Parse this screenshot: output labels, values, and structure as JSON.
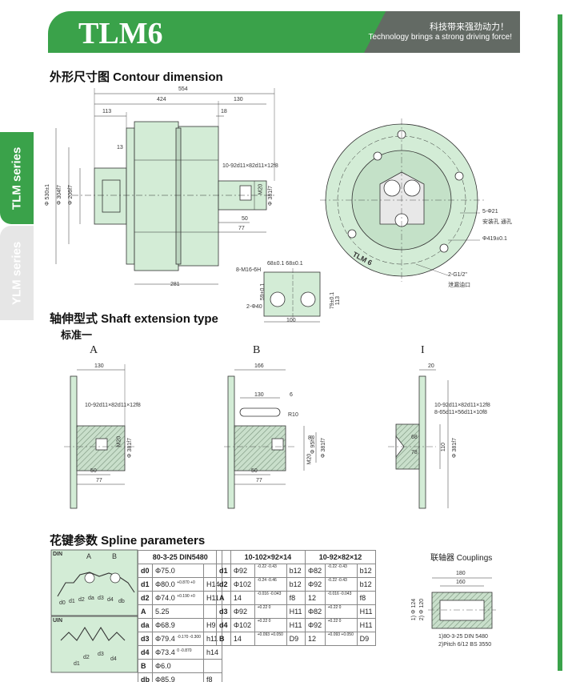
{
  "header": {
    "title": "TLM6",
    "slogan_cn": "科技带来强劲动力！",
    "slogan_en": "Technology brings a strong driving force!"
  },
  "tabs": {
    "active": "TLM series",
    "inactive": "YLM series"
  },
  "sections": {
    "contour": "外形尺寸图  Contour dimension",
    "shaft": "轴伸型式  Shaft extension type",
    "standard": "标准一",
    "spline": "花键参数  Spline parameters",
    "couplings": "联轴器 Couplings"
  },
  "views": {
    "a": "A",
    "b": "B",
    "c": "I"
  },
  "contour_dims": {
    "d554": "554",
    "d424": "424",
    "d130": "130",
    "d113": "113",
    "d18": "18",
    "d13": "13",
    "spline": "10-92d11×82d11×12f8",
    "m20": "M20",
    "shaft": "Φ 381f7",
    "phi530": "Φ 530±1",
    "phi304": "Φ 304f7",
    "phi206": "Φ 206f7",
    "d50": "50",
    "d77": "77",
    "d281": "281",
    "holes": "5-Φ21",
    "holes_note": "安装孔 通孔",
    "pcd": "Φ419±0.1",
    "port": "2-G1/2\"",
    "port_note": "泄漏油口",
    "m16": "8-M16-6H",
    "d68": "68±0.1 68±0.1",
    "d59": "59±0.1",
    "d40": "2-Φ40",
    "d79": "79±0.1",
    "d113b": "113",
    "d100": "100",
    "badge": "TLM 6"
  },
  "shaft_a": {
    "d130": "130",
    "spline": "10-92d11×82d11×12f8",
    "m20": "M20",
    "shaft": "Φ 381f7",
    "d50": "50",
    "d77": "77"
  },
  "shaft_b": {
    "d166": "166",
    "d130": "130",
    "d6": "6",
    "r10": "R10",
    "d8": "8",
    "d95": "Φ 95h8",
    "shaft": "Φ 381f7",
    "d50": "50",
    "d77": "77",
    "m20": "M20"
  },
  "shaft_c": {
    "d20": "20",
    "spline1": "10-92d11×82d11×12f8",
    "spline2": "8-65d11×56d11×10f8",
    "d68": "68",
    "d78": "78",
    "d110": "110",
    "shaft": "Φ 381f7"
  },
  "diagram_labels": {
    "din": "DIN",
    "uin": "UIN",
    "a": "A",
    "b": "B",
    "d0": "d0",
    "d1": "d1",
    "d2": "d2",
    "da": "da",
    "d3": "d3",
    "d4": "d4",
    "db": "db",
    "d1b": "d1",
    "d2b": "d2",
    "d3b": "d3",
    "d4b": "d4"
  },
  "table1": {
    "header": "80-3-25 DIN5480",
    "rows": [
      {
        "k": "d0",
        "v": "Φ75.0",
        "t": "",
        "tol": ""
      },
      {
        "k": "d1",
        "v": "Φ80.0",
        "t": "+0.870 +0",
        "tol": "H14"
      },
      {
        "k": "d2",
        "v": "Φ74.0",
        "t": "+0.190 +0",
        "tol": "H11"
      },
      {
        "k": "A",
        "v": "5.25",
        "t": "",
        "tol": ""
      },
      {
        "k": "da",
        "v": "Φ68.9",
        "t": "",
        "tol": "H9"
      },
      {
        "k": "d3",
        "v": "Φ79.4",
        "t": "-0.170 -0.300",
        "tol": "h11"
      },
      {
        "k": "d4",
        "v": "Φ73.4",
        "t": "0 -0.870",
        "tol": "h14"
      },
      {
        "k": "B",
        "v": "Φ6.0",
        "t": "",
        "tol": ""
      },
      {
        "k": "db",
        "v": "Φ85.9",
        "t": "",
        "tol": "f8"
      }
    ]
  },
  "table2": {
    "headers": [
      "10-102×92×14",
      "10-92×82×12"
    ],
    "rows": [
      {
        "k": "d1",
        "v1": "Φ92",
        "t1": "-0.22 -0.43",
        "g1": "b12",
        "v2": "Φ82",
        "t2": "-0.22 -0.43",
        "g2": "b12"
      },
      {
        "k": "d2",
        "v1": "Φ102",
        "t1": "-0.24 -0.46",
        "g1": "b12",
        "v2": "Φ92",
        "t2": "-0.22 -0.43",
        "g2": "b12"
      },
      {
        "k": "A",
        "v1": "14",
        "t1": "-0.016 -0.043",
        "g1": "f8",
        "v2": "12",
        "t2": "-0.016 -0.043",
        "g2": "f8"
      },
      {
        "k": "d3",
        "v1": "Φ92",
        "t1": "+0.22 0",
        "g1": "H11",
        "v2": "Φ82",
        "t2": "+0.22 0",
        "g2": "H11"
      },
      {
        "k": "d4",
        "v1": "Φ102",
        "t1": "+0.22 0",
        "g1": "H11",
        "v2": "Φ92",
        "t2": "+0.22 0",
        "g2": "H11"
      },
      {
        "k": "B",
        "v1": "14",
        "t1": "+0.093 +0.050",
        "g1": "D9",
        "v2": "12",
        "t2": "+0.093 +0.050",
        "g2": "D9"
      }
    ]
  },
  "coupling": {
    "d180": "180",
    "d160": "160",
    "d124": "1) Φ 124",
    "d120": "2) Φ 120",
    "note1": "1)80-3-25 DIN 5480",
    "note2": "2)Pitch 6/12 BS 3550"
  },
  "colors": {
    "green": "#3aa24a",
    "body": "#d3ecd6",
    "hatch": "#9cb79f",
    "line": "#333333"
  }
}
